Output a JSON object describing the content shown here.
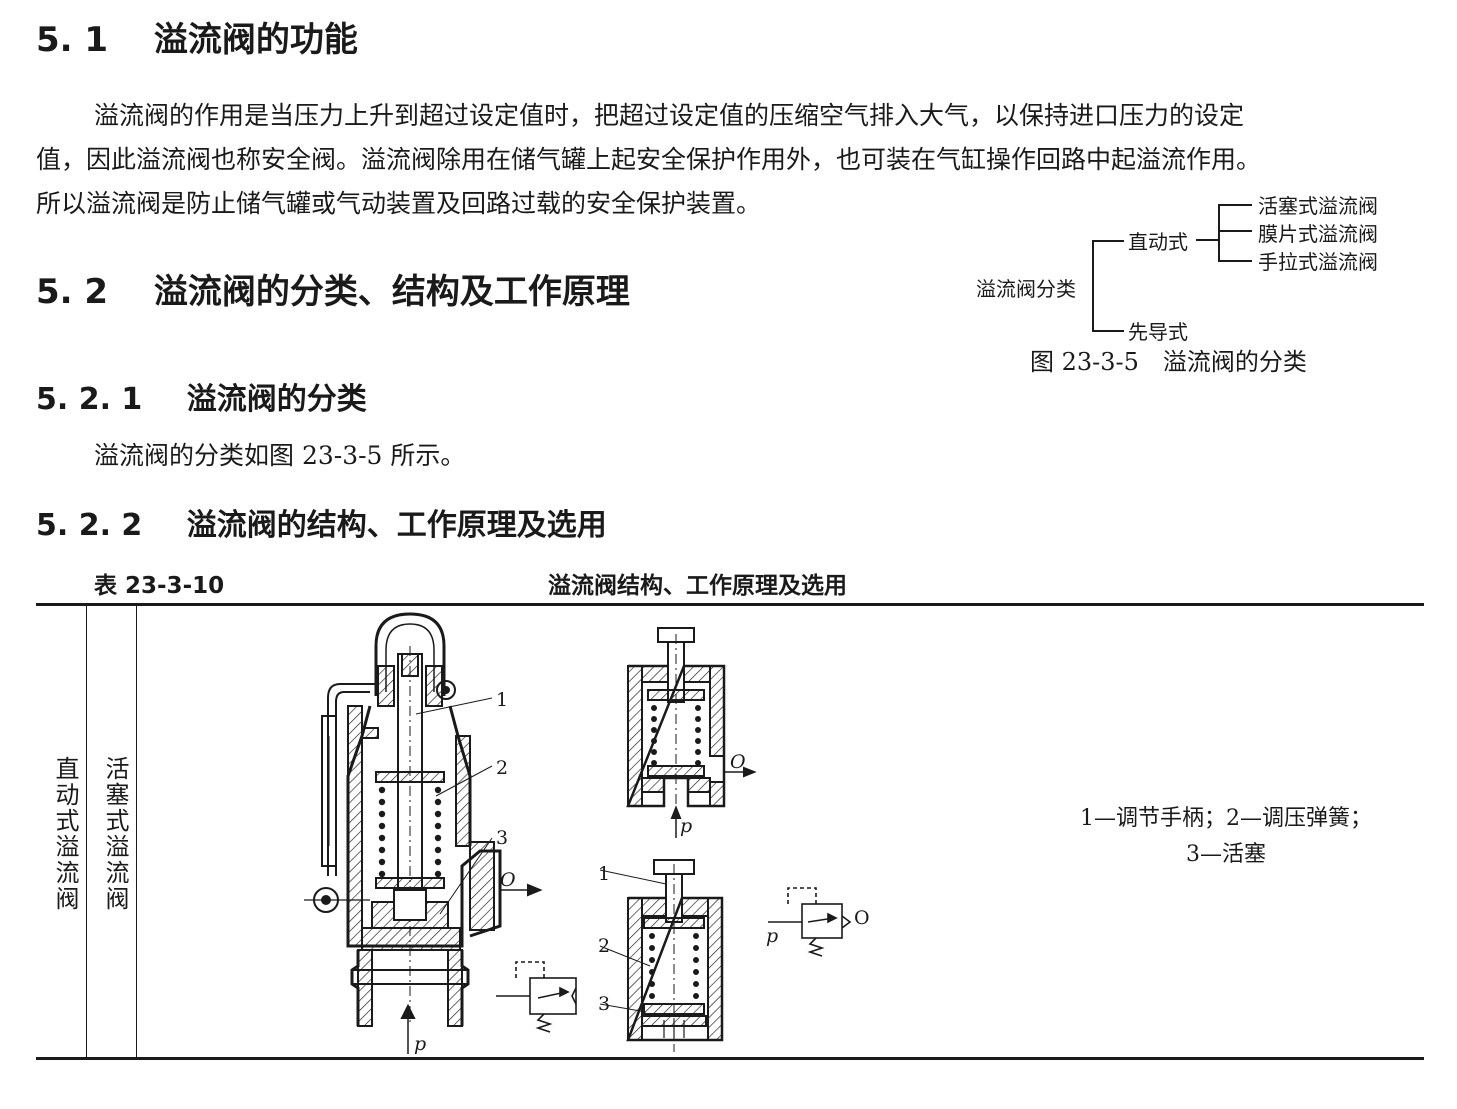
{
  "s51": {
    "num": "5. 1",
    "title": "溢流阀的功能"
  },
  "intro": {
    "line1": "溢流阀的作用是当压力上升到超过设定值时，把超过设定值的压缩空气排入大气，以保持进口压力的设定",
    "line2": "值，因此溢流阀也称安全阀。溢流阀除用在储气罐上起安全保护作用外，也可装在气缸操作回路中起溢流作用。",
    "line3": "所以溢流阀是防止储气罐或气动装置及回路过载的安全保护装置。"
  },
  "s52": {
    "num": "5. 2",
    "title": "溢流阀的分类、结构及工作原理"
  },
  "classification": {
    "root": "溢流阀分类",
    "direct": "直动式",
    "pilot": "先导式",
    "sub": [
      "活塞式溢流阀",
      "膜片式溢流阀",
      "手拉式溢流阀"
    ],
    "caption": "图 23-3-5　溢流阀的分类"
  },
  "s521": {
    "num": "5. 2. 1",
    "title": "溢流阀的分类",
    "text": "溢流阀的分类如图 23-3-5 所示。"
  },
  "s522": {
    "num": "5. 2. 2",
    "title": "溢流阀的结构、工作原理及选用"
  },
  "table": {
    "id": "表 23-3-10",
    "title": "溢流阀结构、工作原理及选用",
    "col1": "直动式溢流阀",
    "col2": "活塞式溢流阀",
    "labels": {
      "n1": "1",
      "n2": "2",
      "n3": "3",
      "o": "O",
      "p": "p"
    },
    "desc_line1": "1—调节手柄；2—调压弹簧；",
    "desc_line2": "3—活塞"
  }
}
